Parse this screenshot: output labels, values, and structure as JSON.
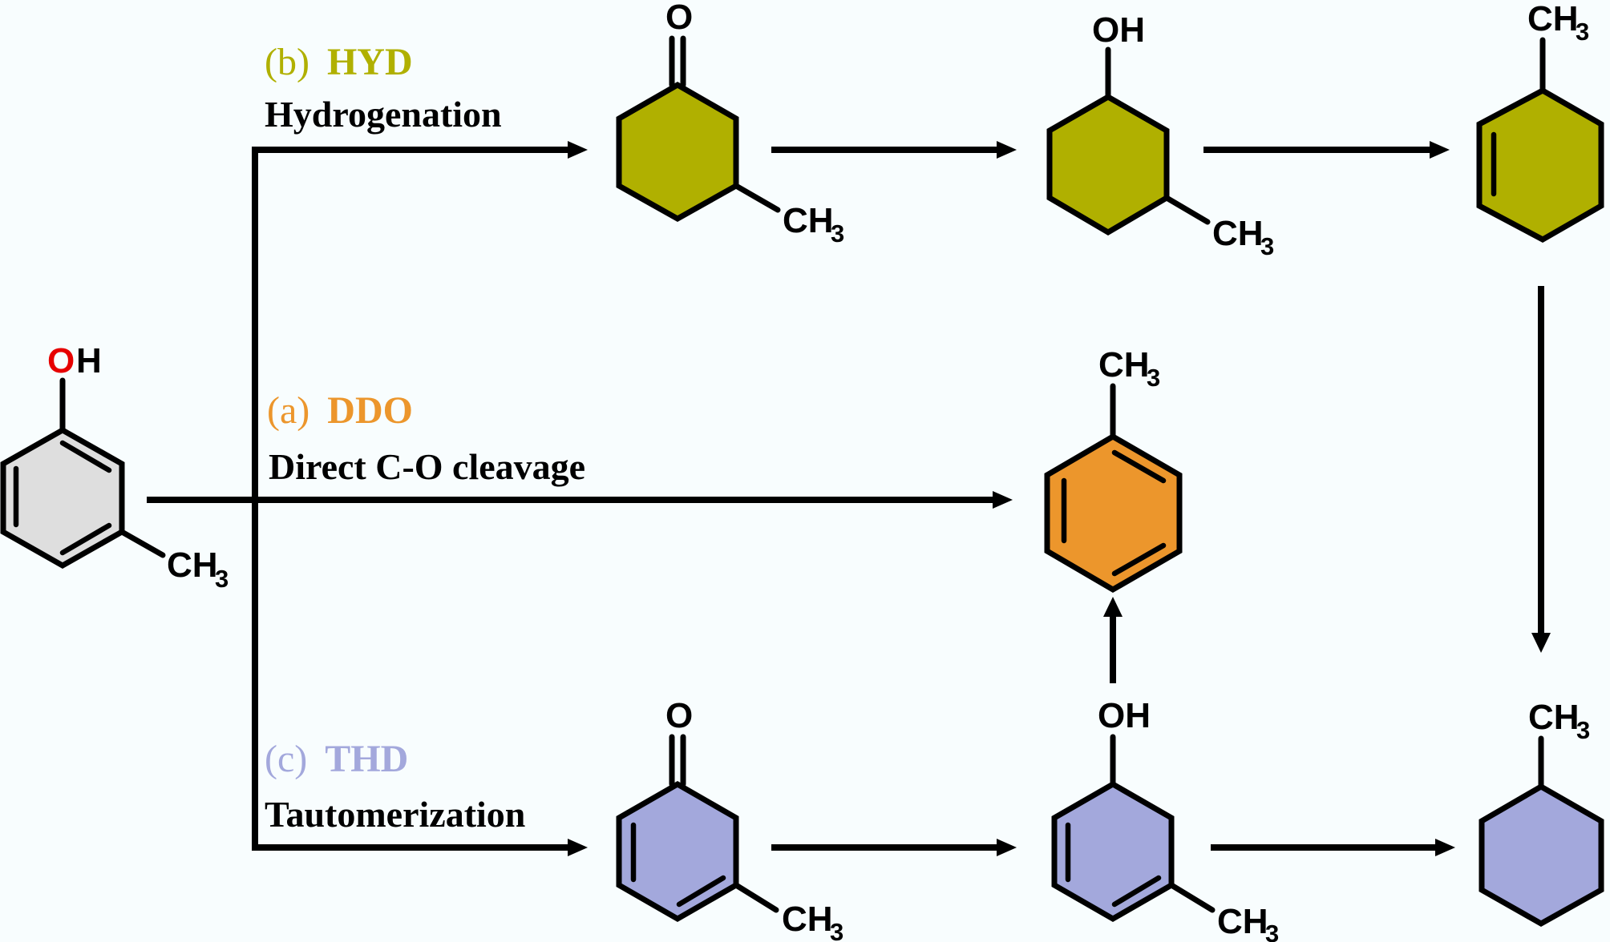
{
  "title": "m-Cresol hydrodeoxygenation reaction pathways",
  "colors": {
    "background": "#f8fdfe",
    "reactant_ring": "#dedede",
    "hyd": "#b0b000",
    "ddo": "#ec962c",
    "thd": "#a3a8dc",
    "oxygen_highlight": "#e60000"
  },
  "routes": {
    "hyd": {
      "letter": "(b)",
      "abbr": "HYD",
      "description": "Hydrogenation"
    },
    "ddo": {
      "letter": "(a)",
      "abbr": "DDO",
      "description": "Direct C-O cleavage"
    },
    "thd": {
      "letter": "(c)",
      "abbr": "THD",
      "description": "Tautomerization"
    }
  },
  "molecules": {
    "m_cresol": {
      "name": "m-cresol",
      "groups": {
        "top_o": "O",
        "top_h": "H",
        "methyl_c": "CH",
        "methyl_sub": "3"
      }
    },
    "hyd_ketone": {
      "name": "3-methylcyclohexanone",
      "groups": {
        "top": "O",
        "methyl_c": "CH",
        "methyl_sub": "3"
      }
    },
    "hyd_alcohol": {
      "name": "3-methylcyclohexanol",
      "groups": {
        "top": "OH",
        "methyl_c": "CH",
        "methyl_sub": "3"
      }
    },
    "hyd_alkene": {
      "name": "methylcyclohexene",
      "groups": {
        "methyl_c": "CH",
        "methyl_sub": "3"
      }
    },
    "toluene": {
      "name": "toluene",
      "groups": {
        "methyl_c": "CH",
        "methyl_sub": "3"
      }
    },
    "thd_ketone": {
      "name": "3-methylcyclohexa-2,4-dienone",
      "groups": {
        "top": "O",
        "methyl_c": "CH",
        "methyl_sub": "3"
      }
    },
    "thd_alcohol": {
      "name": "3-methylcyclohexa-2,4-dienol",
      "groups": {
        "top": "OH",
        "methyl_c": "CH",
        "methyl_sub": "3"
      }
    },
    "methylcyclohexane": {
      "name": "methylcyclohexane",
      "groups": {
        "methyl_c": "CH",
        "methyl_sub": "3"
      }
    }
  }
}
